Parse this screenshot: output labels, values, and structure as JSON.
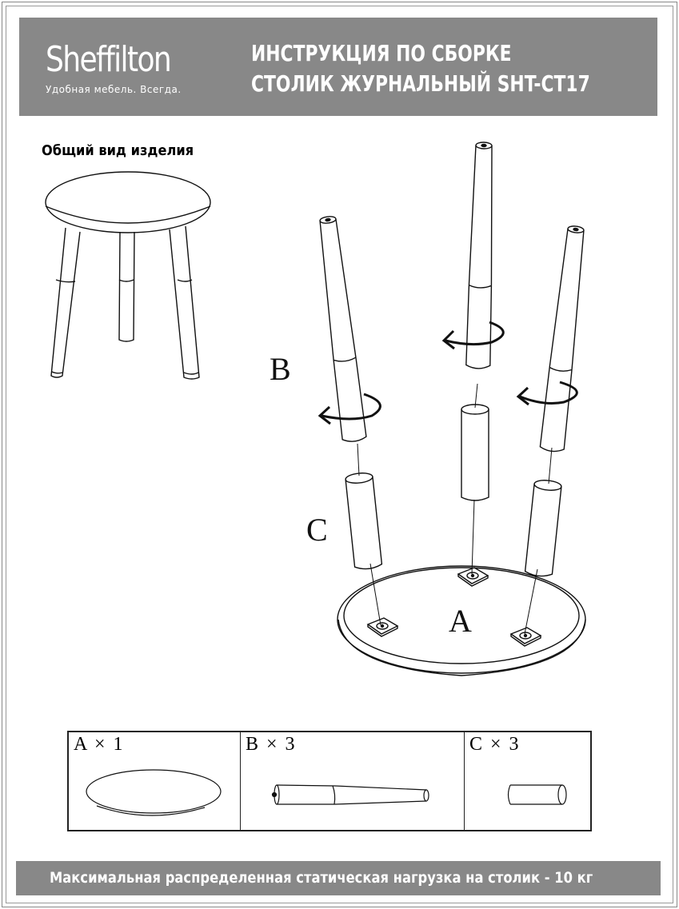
{
  "header": {
    "brand": "Sheffilton",
    "slogan": "Удобная мебель. Всегда.",
    "title_line1": "ИНСТРУКЦИЯ ПО СБОРКЕ",
    "title_line2": "СТОЛИК ЖУРНАЛЬНЫЙ SHT-CT17"
  },
  "overview": {
    "label": "Общий вид изделия"
  },
  "diagram": {
    "labels": {
      "a": "A",
      "b": "B",
      "c": "C"
    }
  },
  "parts": [
    {
      "label": "A × 1"
    },
    {
      "label": "B × 3"
    },
    {
      "label": "C × 3"
    }
  ],
  "footer": {
    "text": "Максимальная распределенная статическая нагрузка на столик - 10 кг"
  },
  "colors": {
    "banner": "#888888",
    "line": "#111111"
  }
}
